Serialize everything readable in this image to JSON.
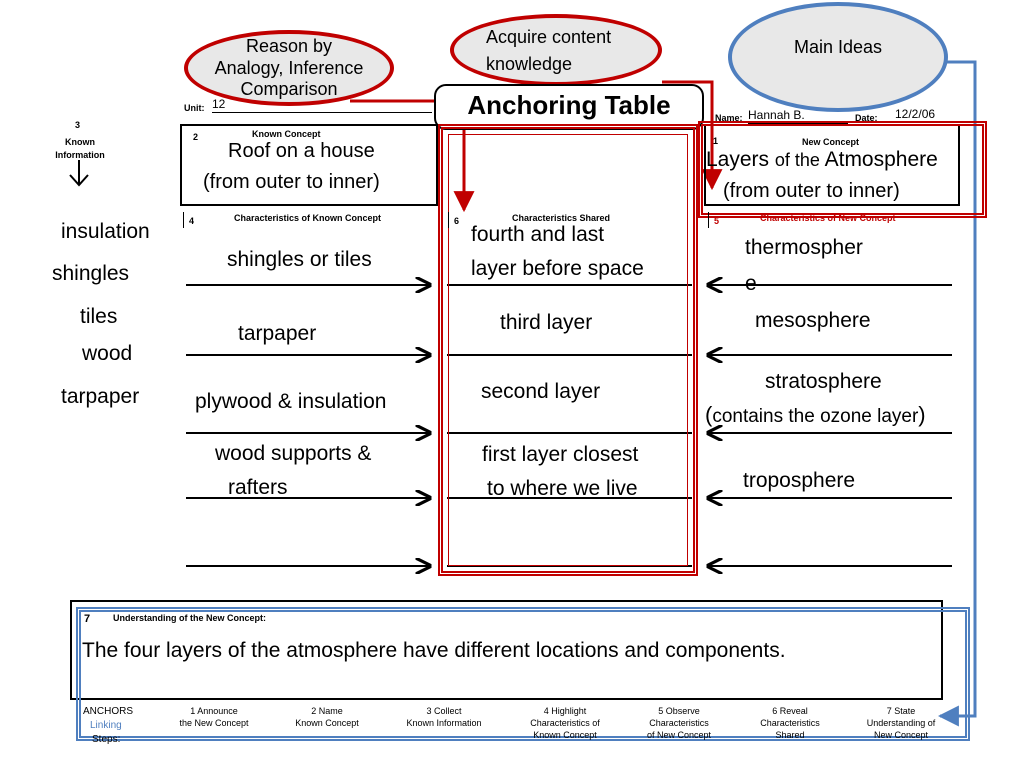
{
  "header": {
    "bubble_reason": [
      "Reason by",
      "Analogy, Inference",
      "Comparison"
    ],
    "bubble_acquire": [
      "Acquire content",
      "knowledge"
    ],
    "bubble_main_ideas": "Main Ideas",
    "title": "Anchoring Table",
    "unit_label": "Unit:",
    "unit_value": "12",
    "name_label": "Name:",
    "name_value": "Hannah B.",
    "date_label": "Date:",
    "date_value": "12/2/06"
  },
  "known_info": {
    "number": "3",
    "label": [
      "Known",
      "Information"
    ],
    "items": [
      "insulation",
      "shingles",
      "tiles",
      "wood",
      "tarpaper"
    ]
  },
  "known_concept": {
    "number": "2",
    "label": "Known Concept",
    "value": [
      "Roof on a house",
      "(from outer to inner)"
    ]
  },
  "new_concept": {
    "number": "1",
    "label": "New Concept",
    "value_parts": [
      "Layers ",
      "of the",
      " Atmosphere"
    ],
    "value_line2": "(from outer to inner)"
  },
  "characteristics": {
    "known_number": "4",
    "known_label": "Characteristics of Known Concept",
    "shared_number": "6",
    "shared_label": "Characteristics Shared",
    "new_number": "5",
    "new_label": "Characteristics of New Concept",
    "known_items": [
      [
        "shingles or tiles"
      ],
      [
        "tarpaper"
      ],
      [
        "plywood & insulation"
      ],
      [
        "wood supports &",
        "rafters"
      ]
    ],
    "shared_items": [
      [
        "fourth and last",
        "layer before space"
      ],
      [
        "third layer"
      ],
      [
        "second layer"
      ],
      [
        "first layer closest",
        "to where we live"
      ]
    ],
    "new_items": [
      [
        "thermospher",
        "e"
      ],
      [
        "mesosphere"
      ],
      [
        "stratosphere"
      ],
      [
        "troposphere"
      ]
    ],
    "ozone_paren_open": "(",
    "ozone_text": "contains the ozone layer",
    "ozone_paren_close": ")"
  },
  "understanding": {
    "number": "7",
    "label": "Understanding of the New Concept:",
    "statement": "The four layers of the atmosphere have different locations and components."
  },
  "footer": {
    "label": [
      "ANCHORS",
      "Linking",
      "Steps:"
    ],
    "steps": [
      [
        "1 Announce",
        "the New Concept"
      ],
      [
        "2 Name",
        "Known Concept"
      ],
      [
        "3 Collect",
        "Known Information"
      ],
      [
        "4 Highlight",
        "Characteristics of",
        "Known Concept"
      ],
      [
        "5 Observe",
        "Characteristics",
        "of New Concept"
      ],
      [
        "6 Reveal",
        "Characteristics",
        "Shared"
      ],
      [
        "7 State",
        "Understanding of",
        "New Concept"
      ]
    ]
  },
  "colors": {
    "red": "#c00000",
    "oval_red_fill": "#e8e8e8",
    "blue": "#4f7fbf",
    "oval_blue_fill": "#e8e8e8",
    "double_red": "#c00000",
    "double_blue": "#4f7fbf"
  }
}
